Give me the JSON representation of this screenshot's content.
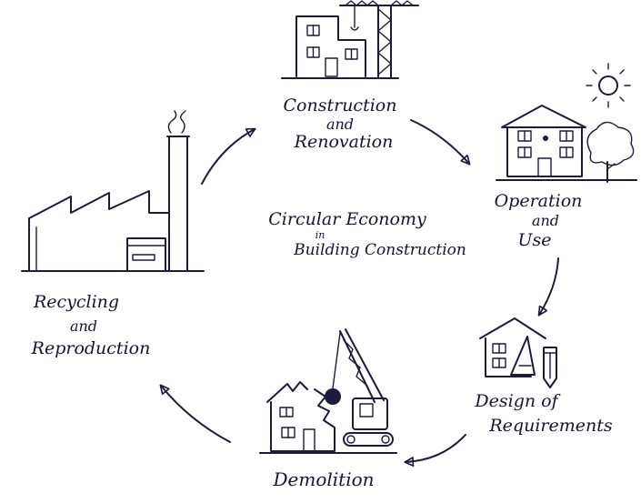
{
  "center": {
    "line1": "Circular Economy",
    "line2": "in",
    "line3": "Building Construction"
  },
  "stages": {
    "construction": {
      "line1": "Construction",
      "line2": "and",
      "line3": "Renovation"
    },
    "operation": {
      "line1": "Operation",
      "line2": "and",
      "line3": "Use"
    },
    "design": {
      "line1": "Design of",
      "line2": "Requirements"
    },
    "demolition": {
      "line1": "Demolition"
    },
    "recycling": {
      "line1": "Recycling",
      "line2": "and",
      "line3": "Reproduction"
    }
  },
  "colors": {
    "ink": "#1b1b3a",
    "background": "#ffffff"
  },
  "icons": [
    "building-crane-icon",
    "house-sun-tree-icon",
    "house-pencil-icon",
    "demolition-crane-icon",
    "factory-icon"
  ]
}
